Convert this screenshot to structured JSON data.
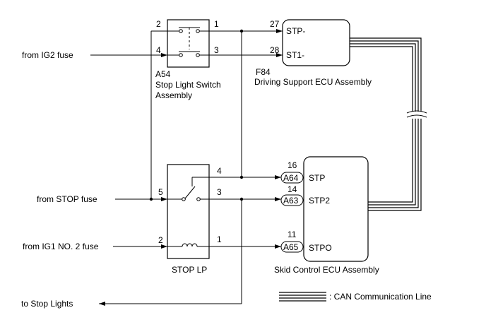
{
  "inputs": {
    "ig2": "from IG2 fuse",
    "stop": "from STOP fuse",
    "ig1no2": "from IG1 NO. 2 fuse",
    "stop_lights": "to Stop Lights"
  },
  "a54": {
    "id": "A54",
    "name_line1": "Stop Light Switch",
    "name_line2": "Assembly",
    "pins": [
      "2",
      "1",
      "4",
      "3"
    ]
  },
  "f84": {
    "id": "F84",
    "name": "Driving Support ECU Assembly",
    "pins": [
      "27",
      "28"
    ],
    "terminals": [
      "STP-",
      "ST1-"
    ]
  },
  "stop_lp": {
    "name": "STOP LP",
    "pins": [
      "4",
      "5",
      "3",
      "2",
      "1"
    ]
  },
  "skid_ecu": {
    "name": "Skid Control ECU Assembly",
    "pins": [
      "16",
      "14",
      "11"
    ],
    "connectors": [
      "A64",
      "A63",
      "A65"
    ],
    "terminals": [
      "STP",
      "STP2",
      "STPO"
    ]
  },
  "legend": {
    "can": ": CAN Communication Line"
  }
}
